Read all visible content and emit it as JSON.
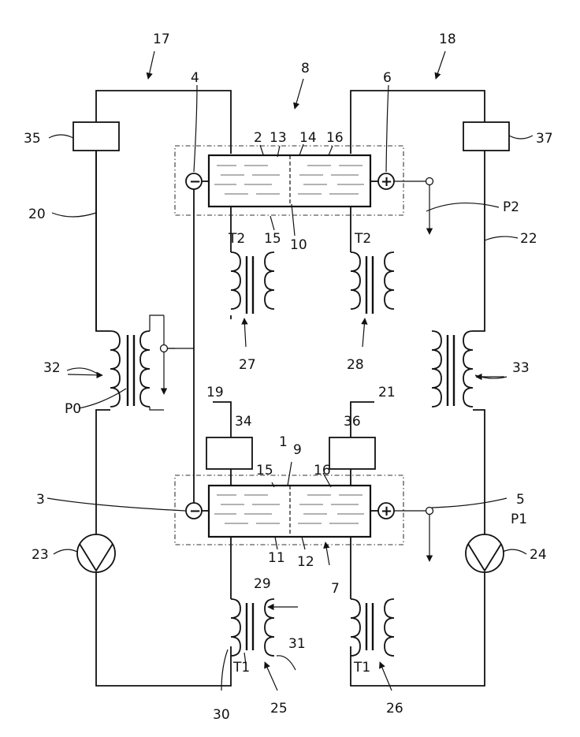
{
  "diagram": {
    "ref_numerals": {
      "n1": "1",
      "n2": "2",
      "n3": "3",
      "n4": "4",
      "n5": "5",
      "n6": "6",
      "n7": "7",
      "n8": "8",
      "n9": "9",
      "n10": "10",
      "n11": "11",
      "n12": "12",
      "n13": "13",
      "n14": "14",
      "n15a": "15",
      "n15b": "15",
      "n16a": "16",
      "n16b": "16",
      "n17": "17",
      "n18": "18",
      "n19": "19",
      "n20": "20",
      "n21": "21",
      "n22": "22",
      "n23": "23",
      "n24": "24",
      "n25": "25",
      "n26": "26",
      "n27": "27",
      "n28": "28",
      "n29": "29",
      "n30": "30",
      "n31": "31",
      "n32": "32",
      "n33": "33",
      "n34": "34",
      "n35": "35",
      "n36": "36",
      "n37": "37"
    },
    "point_labels": {
      "p0": "P0",
      "p1": "P1",
      "p2": "P2"
    },
    "transformer_labels": {
      "t1a": "T1",
      "t1b": "T1",
      "t2a": "T2",
      "t2b": "T2"
    },
    "symbols": {
      "minus": "−",
      "plus": "+"
    }
  }
}
